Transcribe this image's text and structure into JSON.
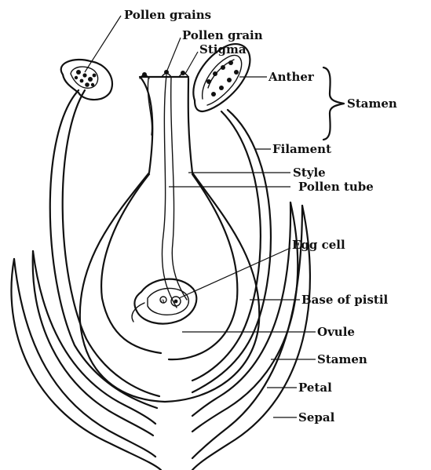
{
  "labels": {
    "pollen_grains": "Pollen grains",
    "pollen_grain": "Pollen grain",
    "stigma": "Stigma",
    "anther": "Anther",
    "stamen_group": "Stamen",
    "filament": "Filament",
    "style": "Style",
    "pollen_tube": "Pollen tube",
    "egg_cell": "Egg cell",
    "base_of_pistil": "Base of pistil",
    "ovule": "Ovule",
    "stamen": "Stamen",
    "petal": "Petal",
    "sepal": "Sepal"
  },
  "ovule_mark": "a"
}
